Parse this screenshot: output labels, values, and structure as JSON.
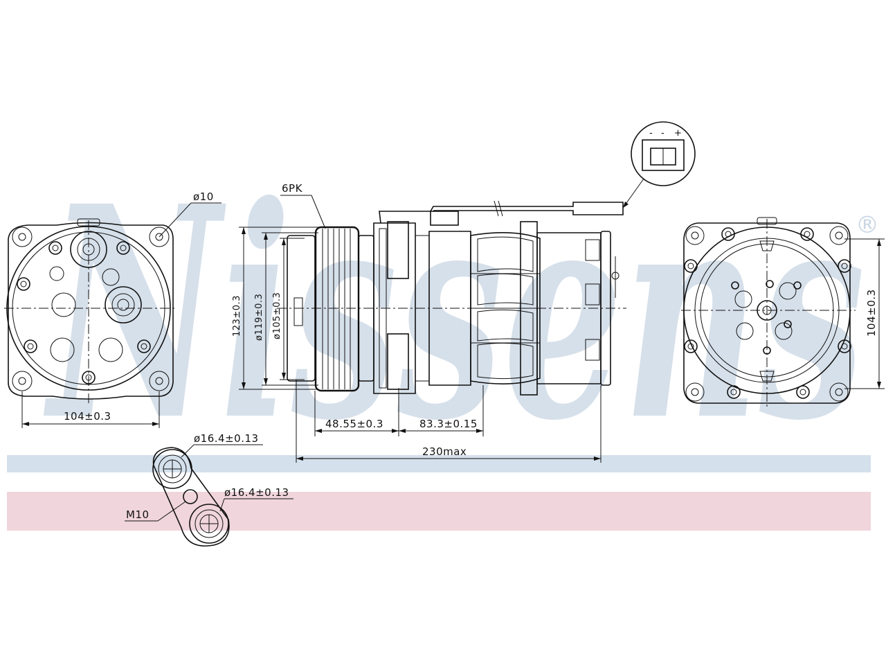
{
  "brand": {
    "watermark": "Nissens",
    "registered_mark": "®",
    "stripe_blue": "#d4e0ec",
    "stripe_red": "#f0d5dc",
    "watermark_color": "#c9d6e4"
  },
  "connector": {
    "pin_labels": [
      "-",
      "-",
      "+"
    ]
  },
  "labels": {
    "mount_hole": "ø10",
    "belt_type": "6PK",
    "front_width": "104±0.3",
    "rear_height": "104±0.3",
    "body_height": "123±0.3",
    "pulley_dia": "ø119±0.3",
    "clutch_dia": "ø105±0.3",
    "dist_a": "48.55±0.3",
    "dist_b": "83.3±0.15",
    "total_length": "230max",
    "port_a": "ø16.4±0.13",
    "port_b": "ø16.4±0.13",
    "thread": "M10"
  }
}
